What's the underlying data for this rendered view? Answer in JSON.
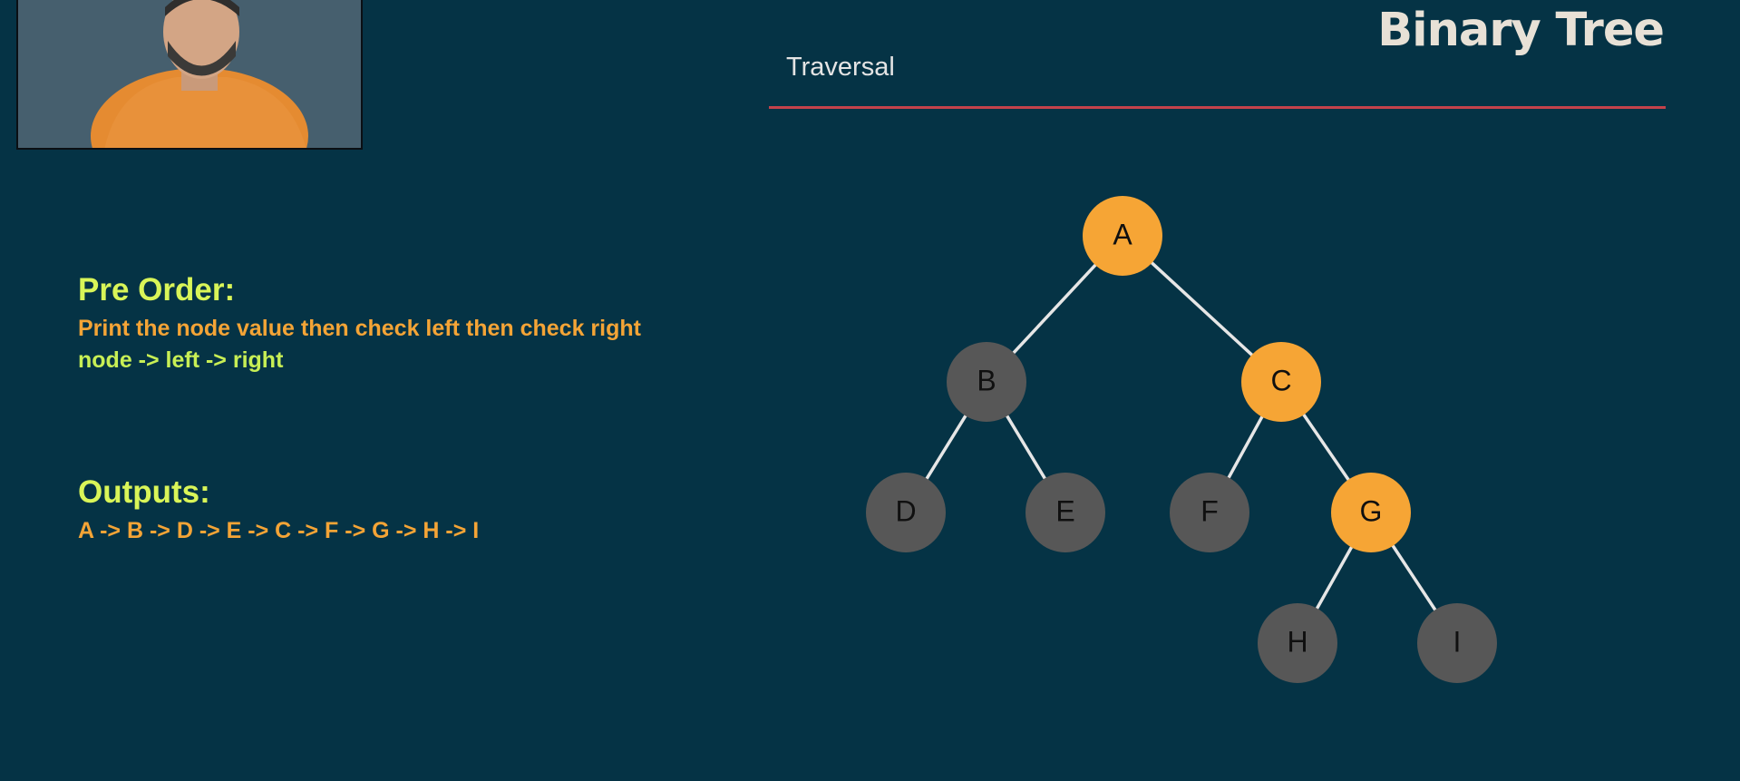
{
  "header": {
    "title": "Binary Tree",
    "subtitle": "Traversal"
  },
  "content": {
    "heading": "Pre Order:",
    "description_lines": [
      "Print the node value then check left then check right",
      "node -> left -> right"
    ],
    "outputs_heading": "Outputs:",
    "outputs_text": "A -> B -> D -> E -> C -> F -> G -> H -> I"
  },
  "tree": {
    "nodes": [
      {
        "id": "A",
        "label": "A",
        "highlighted": true
      },
      {
        "id": "B",
        "label": "B",
        "highlighted": false
      },
      {
        "id": "C",
        "label": "C",
        "highlighted": true
      },
      {
        "id": "D",
        "label": "D",
        "highlighted": false
      },
      {
        "id": "E",
        "label": "E",
        "highlighted": false
      },
      {
        "id": "F",
        "label": "F",
        "highlighted": false
      },
      {
        "id": "G",
        "label": "G",
        "highlighted": true
      },
      {
        "id": "H",
        "label": "H",
        "highlighted": false
      },
      {
        "id": "I",
        "label": "I",
        "highlighted": false
      }
    ],
    "edges": [
      [
        "A",
        "B"
      ],
      [
        "A",
        "C"
      ],
      [
        "B",
        "D"
      ],
      [
        "B",
        "E"
      ],
      [
        "C",
        "F"
      ],
      [
        "C",
        "G"
      ],
      [
        "G",
        "H"
      ],
      [
        "G",
        "I"
      ]
    ]
  },
  "colors": {
    "background": "#053345",
    "highlighted_node": "#f6a535",
    "default_node": "#575757",
    "edge": "#e6e6e6",
    "divider": "#c4424b",
    "heading": "#d9f558",
    "body_text": "#f4a436"
  }
}
